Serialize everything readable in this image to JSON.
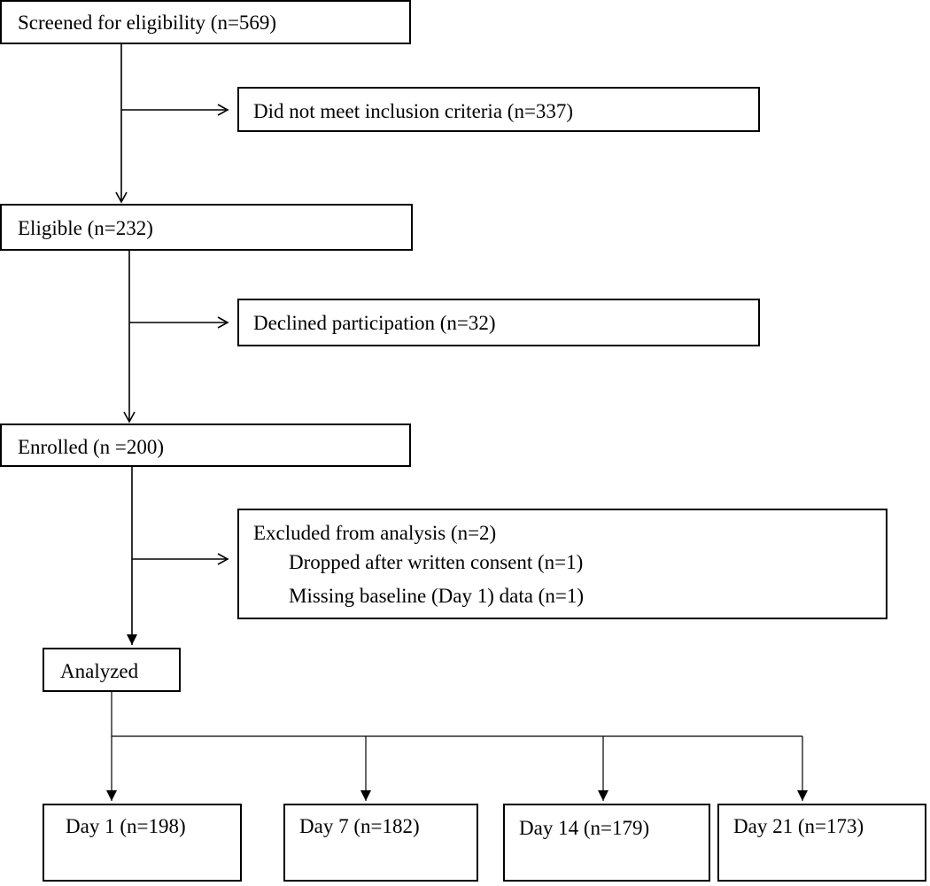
{
  "diagram": {
    "boxes": {
      "screened": "Screened for eligibility (n=569)",
      "not_meet": "Did not meet inclusion criteria (n=337)",
      "eligible": "Eligible (n=232)",
      "declined": "Declined participation (n=32)",
      "enrolled": "Enrolled (n =200)",
      "excluded": {
        "title": "Excluded from analysis (n=2)",
        "reasons": [
          "Dropped after written consent (n=1)",
          "Missing baseline (Day 1) data (n=1)"
        ]
      },
      "analyzed": "Analyzed",
      "days": [
        "Day 1 (n=198)",
        "Day 7 (n=182)",
        "Day 14 (n=179)",
        "Day 21 (n=173)"
      ]
    }
  }
}
